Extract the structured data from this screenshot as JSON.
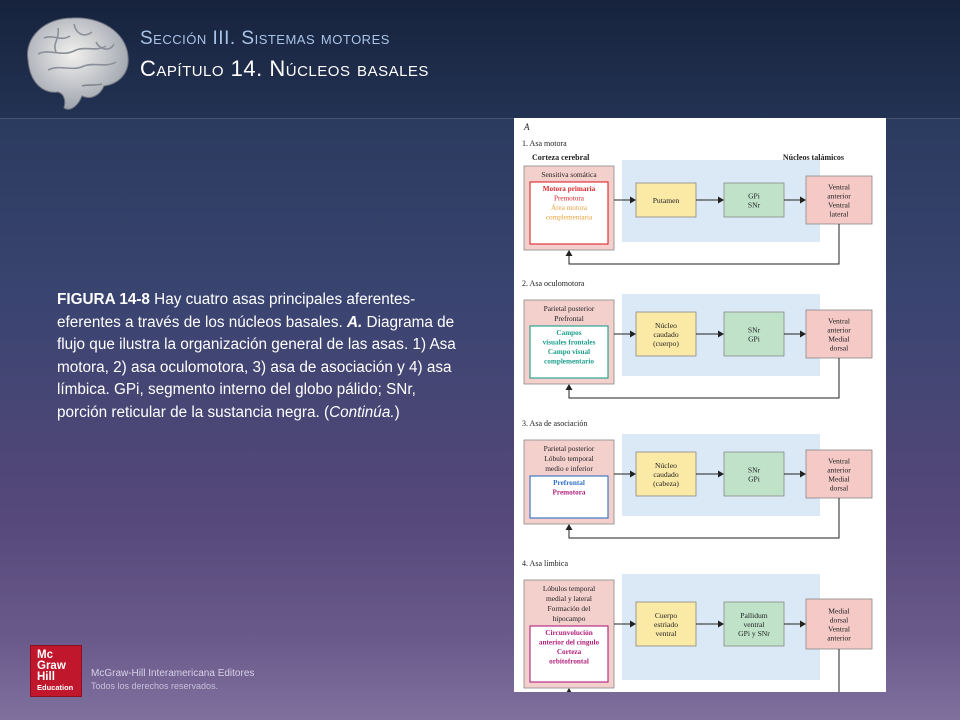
{
  "header": {
    "section": "Sección III. Sistemas motores",
    "chapter": "Capítulo 14.  Núcleos basales"
  },
  "caption": {
    "label": "FIGURA 14-8",
    "text_1": " Hay cuatro asas principales aferentes-eferentes a través de los núcleos basales. ",
    "panel": "A.",
    "text_2": " Diagrama de flujo que ilustra la organización general de las asas. 1) Asa motora, 2) asa oculomotora, 3) asa de asociación y 4) asa límbica. GPi, segmento interno del globo pálido; SNr, porción reticular de la sustancia negra. (",
    "continua": "Continúa.",
    "text_3": ")"
  },
  "figure": {
    "panel_label": "A",
    "col_cortex": "Corteza cerebral",
    "col_thalamus": "Núcleos talámicos",
    "loops": [
      {
        "title": "1. Asa motora",
        "cortex_gray": [
          "Sensitiva somática"
        ],
        "cortex_inner": [
          {
            "text": "Motora primaria",
            "color": "#d9262b",
            "weight": "bold"
          },
          {
            "text": "Premotora",
            "color": "#d9262b",
            "weight": "normal"
          },
          {
            "text": "Área motora",
            "color": "#e8a13a",
            "weight": "normal"
          },
          {
            "text": "complementaria",
            "color": "#e8a13a",
            "weight": "normal"
          }
        ],
        "inner_border": "#d9262b",
        "striatum": [
          "Putamen"
        ],
        "pallidum": [
          "GPi",
          "SNr"
        ],
        "thalamus": [
          "Ventral",
          "anterior",
          "Ventral",
          "lateral"
        ]
      },
      {
        "title": "2. Asa oculomotora",
        "cortex_gray": [
          "Parietal posterior",
          "Prefrontal"
        ],
        "cortex_inner": [
          {
            "text": "Campos",
            "color": "#1b9d8c",
            "weight": "bold"
          },
          {
            "text": "visuales frontales",
            "color": "#1b9d8c",
            "weight": "bold"
          },
          {
            "text": "Campo visual",
            "color": "#1b9d8c",
            "weight": "bold"
          },
          {
            "text": "complementario",
            "color": "#1b9d8c",
            "weight": "bold"
          }
        ],
        "inner_border": "#1b9d8c",
        "striatum": [
          "Núcleo",
          "caudado",
          "(cuerpo)"
        ],
        "pallidum": [
          "SNr",
          "GPi"
        ],
        "thalamus": [
          "Ventral",
          "anterior",
          "Medial",
          "dorsal"
        ]
      },
      {
        "title": "3. Asa de asociación",
        "cortex_gray": [
          "Parietal posterior",
          "Lóbulo temporal",
          "medio e inferior"
        ],
        "cortex_inner": [
          {
            "text": "Prefrontal",
            "color": "#2f6fc4",
            "weight": "bold"
          },
          {
            "text": "Premotora",
            "color": "#b0207a",
            "weight": "bold"
          }
        ],
        "inner_border": "#2f6fc4",
        "striatum": [
          "Núcleo",
          "caudado",
          "(cabeza)"
        ],
        "pallidum": [
          "SNr",
          "GPi"
        ],
        "thalamus": [
          "Ventral",
          "anterior",
          "Medial",
          "dorsal"
        ]
      },
      {
        "title": "4. Asa límbica",
        "cortex_gray": [
          "Lóbulos temporal",
          "medial y lateral",
          "Formación del",
          "hipocampo"
        ],
        "cortex_inner": [
          {
            "text": "Circunvolución",
            "color": "#b0207a",
            "weight": "bold"
          },
          {
            "text": "anterior del cíngulo",
            "color": "#b0207a",
            "weight": "bold"
          },
          {
            "text": "Corteza",
            "color": "#b0207a",
            "weight": "bold"
          },
          {
            "text": "orbitofrontal",
            "color": "#b0207a",
            "weight": "bold"
          }
        ],
        "inner_border": "#b0207a",
        "striatum": [
          "Cuerpo",
          "estriado",
          "ventral"
        ],
        "pallidum": [
          "Pallidum",
          "ventral",
          "GPi y SNr"
        ],
        "thalamus": [
          "Medial",
          "dorsal",
          "Ventral",
          "anterior"
        ]
      }
    ]
  },
  "footer": {
    "publisher": "McGraw-Hill Interamericana Editores",
    "rights": "Todos los derechos reservados.",
    "logo_lines": [
      "Mc",
      "Graw",
      "Hill"
    ],
    "logo_sub": "Education"
  },
  "colors": {
    "cortex_fill": "#f4d0cd",
    "striatum_fill": "#fbe9a6",
    "pallidum_fill": "#bfe2c9",
    "thalamus_fill": "#f4c9c6",
    "highlight_fill": "#dbe9f6"
  }
}
